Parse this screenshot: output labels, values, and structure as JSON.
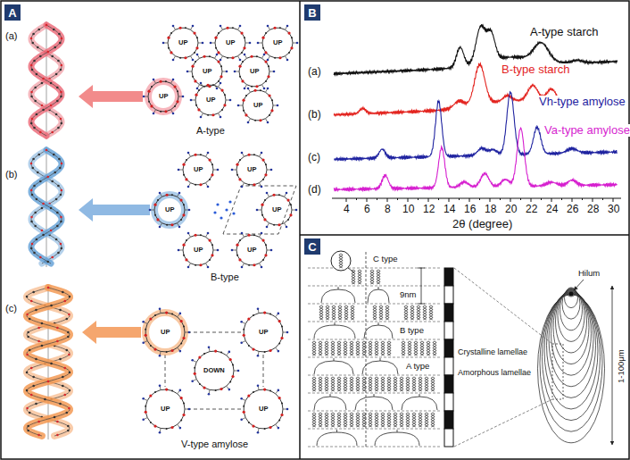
{
  "diagram": {
    "nodes": [
      {
        "text": [
          "A"
        ]
      },
      {
        "text": [
          "B"
        ]
      },
      {
        "text": [
          "C"
        ]
      }
    ],
    "labels": [
      "(a)",
      "UP",
      "UP",
      "UP",
      "UP",
      "UP",
      "UP",
      "UP",
      "UP",
      "A-type",
      "(b)",
      "UP",
      "UP",
      "UP",
      "UP",
      "UP",
      "UP",
      "B-type",
      "(c)",
      "UP",
      "UP",
      "DOWN",
      "UP",
      "UP",
      "V-type amylose",
      "A-type starch",
      "(a)",
      "B-type starch",
      "(b)",
      "Vh-type amylose",
      "(c)",
      "Va-type amylose",
      "(d)",
      "4",
      "6",
      "8",
      "10",
      "12",
      "14",
      "16",
      "18",
      "20",
      "22",
      "24",
      "26",
      "28",
      "30",
      "2θ (degree)",
      "C type",
      "9nm",
      "B type",
      "A type",
      "Crystalline lamellae",
      "Amorphous lamellae",
      "Hilum",
      "1-100μm"
    ]
  }
}
